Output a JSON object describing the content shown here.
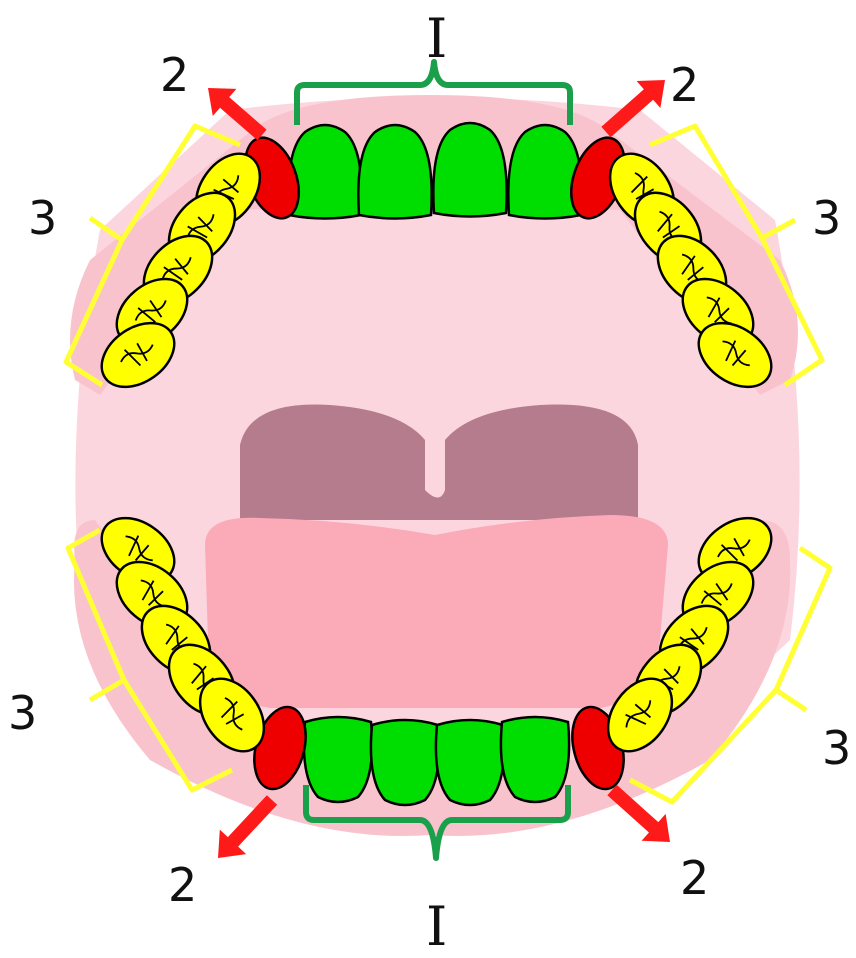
{
  "labels": {
    "incisors_top": "I",
    "canine_top_left": "2",
    "canine_top_right": "2",
    "molars_top_left": "3",
    "molars_top_right": "3",
    "molars_bottom_left": "3",
    "molars_bottom_right": "3",
    "canine_bottom_left": "2",
    "canine_bottom_right": "2",
    "incisors_bottom": "I"
  },
  "colors": {
    "incisor": "#00dd00",
    "canine": "#ee0000",
    "molar": "#ffff00",
    "gum": "#f9c3ce",
    "mouth": "#fcd6de",
    "palate": "#b47c8c",
    "tongue": "#fbaab8",
    "incisor_bracket": "#1aa04a",
    "molar_bracket": "#ffff33",
    "arrow": "#ff1a1a"
  },
  "teeth": {
    "incisors_per_arch": 4,
    "canines_per_arch": 2,
    "molars_per_side": 5
  }
}
